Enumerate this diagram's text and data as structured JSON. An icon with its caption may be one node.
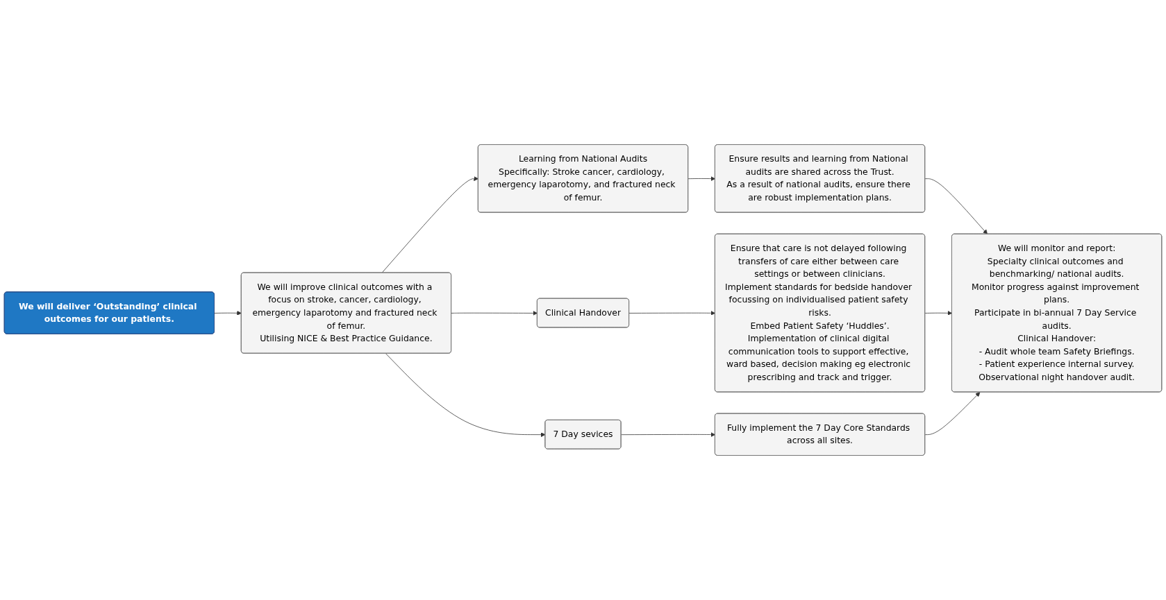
{
  "diagram": {
    "nodes": [
      {
        "text": [
          "We will deliver ‘Outstanding’ clinical outcomes for our patients."
        ]
      },
      {
        "text": [
          "We will improve clinical outcomes with a focus on stroke, cancer, cardiology, emergency laparotomy and fractured neck of femur.",
          "Utilising NICE & Best Practice Guidance."
        ]
      },
      {
        "text": [
          "Learning from National Audits",
          "Specifically: Stroke cancer, cardiology, emergency laparotomy, and fractured neck of femur."
        ]
      },
      {
        "text": [
          "Ensure results and learning from National audits are shared across the Trust.",
          "As a result of national audits, ensure there are robust implementation plans."
        ]
      },
      {
        "text": [
          "Clinical Handover"
        ]
      },
      {
        "text": [
          "Ensure that care is not delayed following transfers of care either between care settings or between clinicians.",
          "Implement standards for bedside handover focussing on individualised patient safety risks.",
          "Embed Patient Safety ‘Huddles’.",
          "Implementation of clinical digital communication tools to support effective, ward based, decision making eg electronic prescribing and track and trigger."
        ]
      },
      {
        "text": [
          "7 Day sevices"
        ]
      },
      {
        "text": [
          "Fully implement the 7 Day Core Standards across all sites."
        ]
      },
      {
        "text": [
          "We will monitor and report:",
          "Specialty clinical outcomes and benchmarking/ national audits.",
          "Monitor progress against improvement plans.",
          "Participate in bi-annual 7 Day Service audits.",
          "Clinical Handover:",
          "- Audit whole team Safety Briefings.",
          "- Patient experience internal survey.",
          "Observational night handover audit."
        ]
      }
    ],
    "edges": [
      {
        "from": 0,
        "to": 1,
        "arrow": "to"
      },
      {
        "from": 1,
        "to": 2,
        "arrow": "to"
      },
      {
        "from": 1,
        "to": 4,
        "arrow": "to"
      },
      {
        "from": 1,
        "to": 6,
        "arrow": "to"
      },
      {
        "from": 2,
        "to": 3,
        "arrow": "to"
      },
      {
        "from": 4,
        "to": 5,
        "arrow": "to"
      },
      {
        "from": 6,
        "to": 7,
        "arrow": "to"
      },
      {
        "from": 3,
        "to": 8,
        "arrow": "to"
      },
      {
        "from": 5,
        "to": 8,
        "arrow": "to"
      },
      {
        "from": 7,
        "to": 8,
        "arrow": "to"
      }
    ]
  }
}
